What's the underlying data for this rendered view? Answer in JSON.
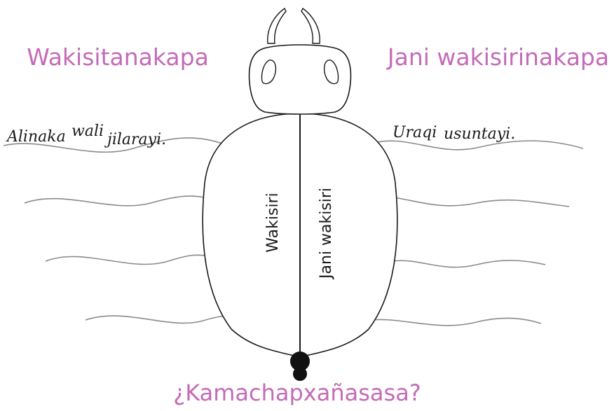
{
  "diagram": {
    "left_heading": "Wakisitanakapa",
    "right_heading": "Jani wakisirinakapa",
    "left_note_words": [
      "Alinaka",
      "wali",
      "jilarayi."
    ],
    "right_note_words": [
      "Uraqi",
      "usuntayi."
    ],
    "left_body_label": "Wakisiri",
    "right_body_label": "Jani wakisiri",
    "question": "¿Kamachapxañasasa?"
  },
  "colors": {
    "heading": "#c46bb7",
    "outline": "#1a1a1a",
    "wave_lines": "#8a8a8a",
    "text": "#1a1a1a",
    "background": "#ffffff"
  }
}
